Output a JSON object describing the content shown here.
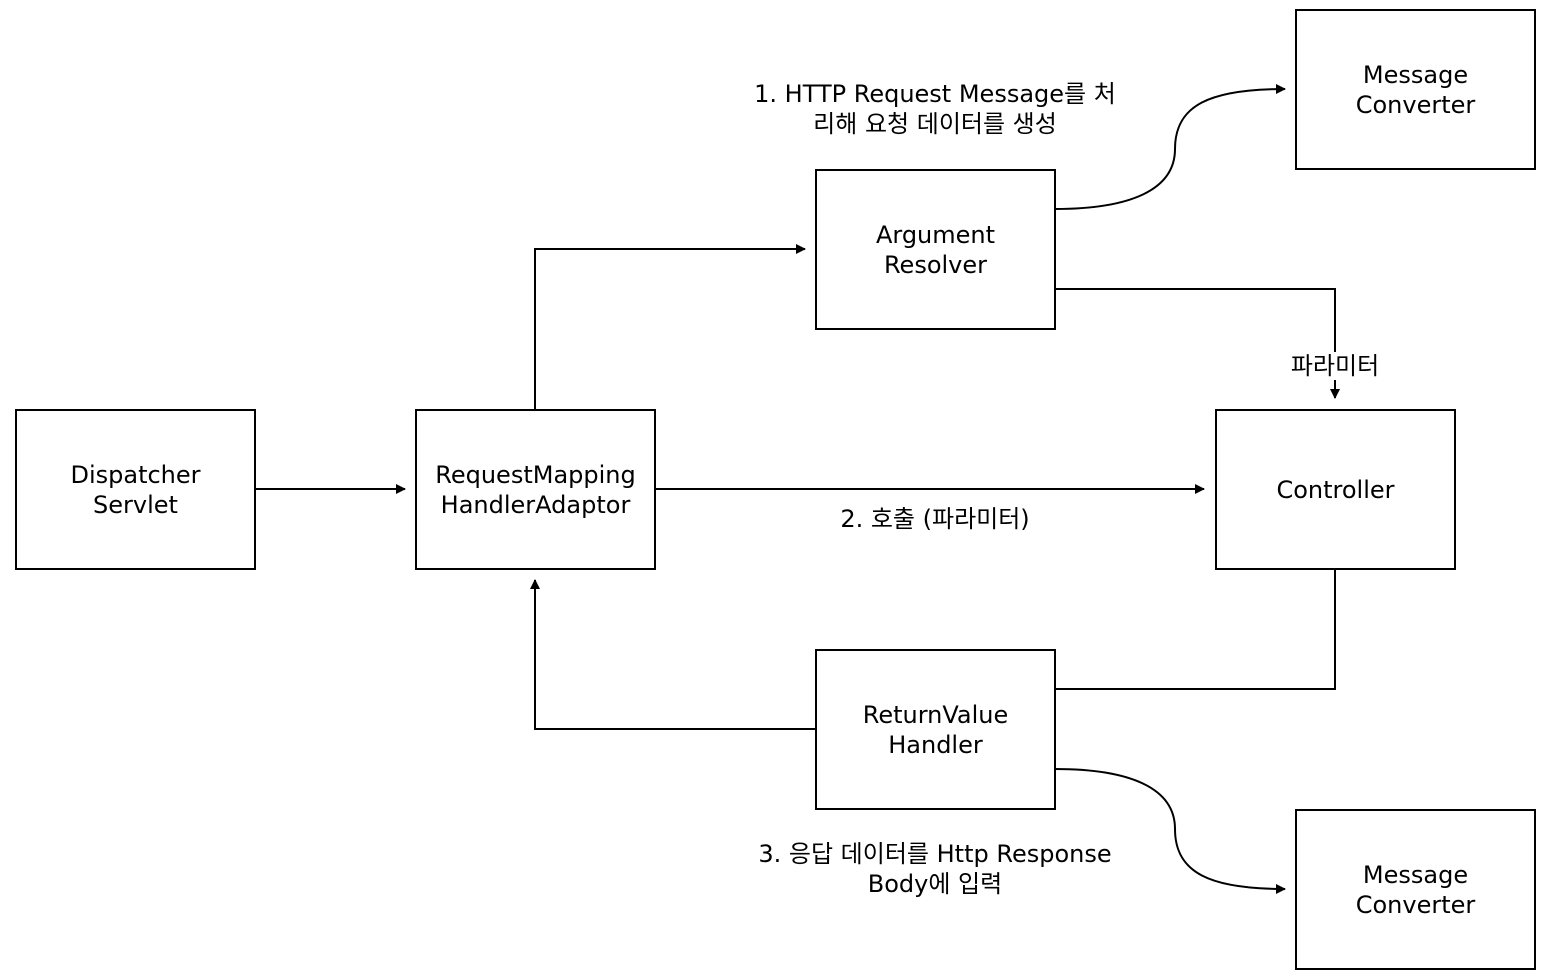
{
  "colors": {
    "stroke": "#000000",
    "fill": "#ffffff",
    "text": "#000000"
  },
  "nodes": {
    "dispatcher": "Dispatcher\nServlet",
    "adaptor": "RequestMapping\nHandlerAdaptor",
    "argument_resolver": "Argument\nResolver",
    "message_converter_top": "Message\nConverter",
    "controller": "Controller",
    "return_value_handler": "ReturnValue\nHandler",
    "message_converter_bottom": "Message\nConverter"
  },
  "edge_labels": {
    "request_processing": "1. HTTP Request Message를 처\n리해 요청 데이터를 생성",
    "parameter": "파라미터",
    "invoke": "2. 호출 (파라미터)",
    "response_body": "3. 응답 데이터를 Http Response\nBody에 입력"
  }
}
